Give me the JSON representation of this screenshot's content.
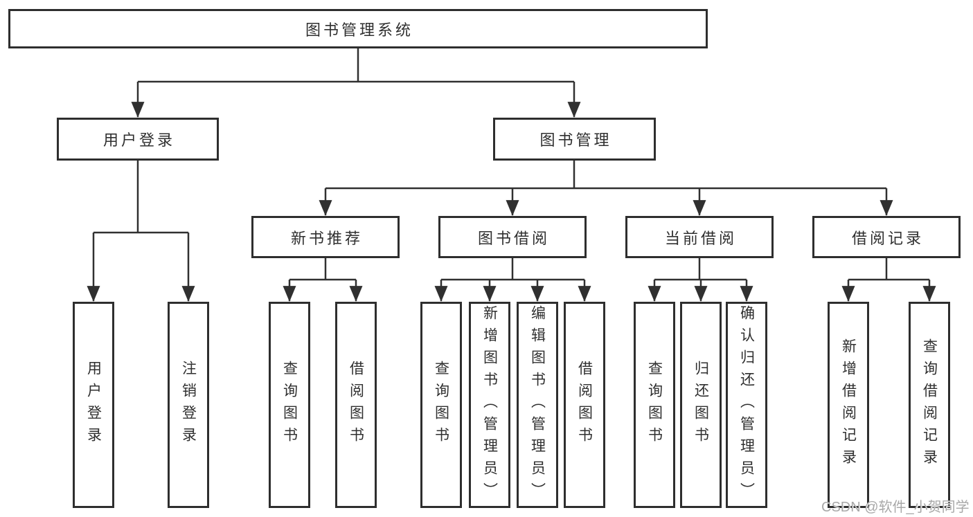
{
  "colors": {
    "background": "#ffffff",
    "line": "#303030",
    "box_border": "#2e2e2e",
    "text": "#2f2f2f",
    "watermark": "#a8a8a8"
  },
  "tree": {
    "root": {
      "label": "图书管理系统"
    },
    "user_branch": {
      "label": "用户登录",
      "children": [
        {
          "label": "用户登录"
        },
        {
          "label": "注销登录"
        }
      ]
    },
    "book_branch": {
      "label": "图书管理",
      "groups": [
        {
          "label": "新书推荐",
          "children": [
            {
              "label": "查询图书"
            },
            {
              "label": "借阅图书"
            }
          ]
        },
        {
          "label": "图书借阅",
          "children": [
            {
              "label": "查询图书"
            },
            {
              "label": "新增图书（管理员）"
            },
            {
              "label": "编辑图书（管理员）"
            },
            {
              "label": "借阅图书"
            }
          ]
        },
        {
          "label": "当前借阅",
          "children": [
            {
              "label": "查询图书"
            },
            {
              "label": "归还图书"
            },
            {
              "label": "确认归还（管理员）"
            }
          ]
        },
        {
          "label": "借阅记录",
          "children": [
            {
              "label": "新增借阅记录"
            },
            {
              "label": "查询借阅记录"
            }
          ]
        }
      ]
    }
  },
  "watermark": {
    "text": "CSDN @软件_小贺同学"
  }
}
